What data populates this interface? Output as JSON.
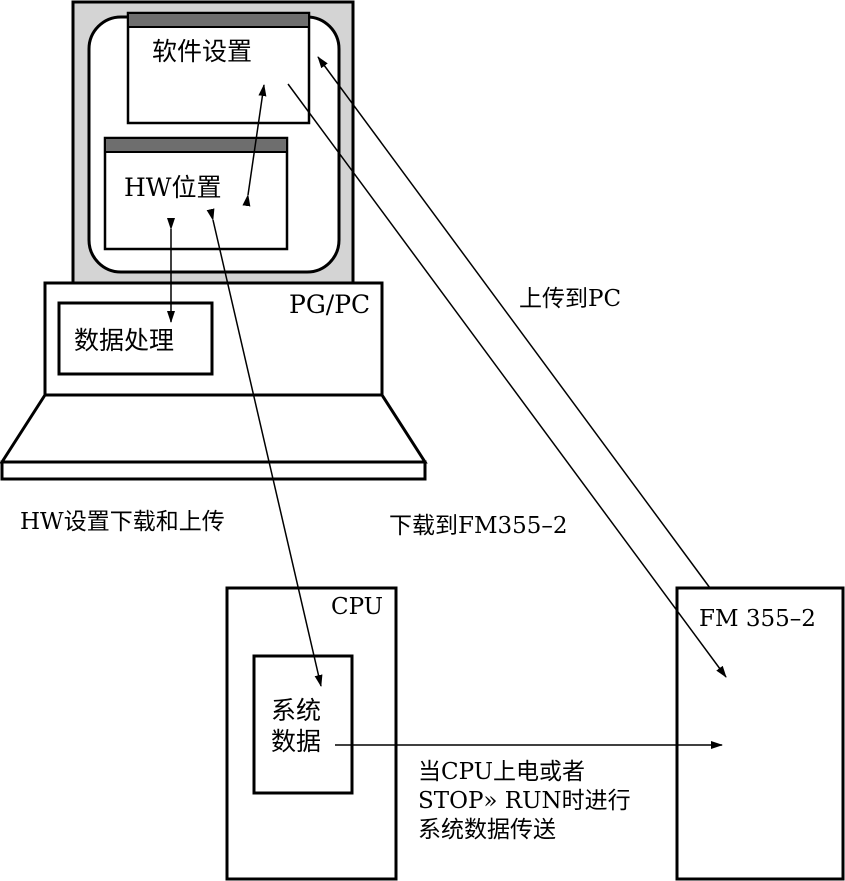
{
  "diagram": {
    "software_settings": "软件设置",
    "hw_settings": "HW位置",
    "data_processing": "数据处理",
    "pg_pc": "PG/PC",
    "upload_to_pc": "上传到PC",
    "hw_download_upload": "HW设置下载和上传",
    "download_to_fm": "下载到FM355–2",
    "cpu": "CPU",
    "system_data": "系统\n数据",
    "fm_module": "FM 355–2",
    "transfer_note": "当CPU上电或者\nSTOP» RUN时进行\n系统数据传送"
  },
  "colors": {
    "monitor_gray": "#d4d4d4",
    "titlebar": "#6e6e6e",
    "stroke": "#000000"
  }
}
